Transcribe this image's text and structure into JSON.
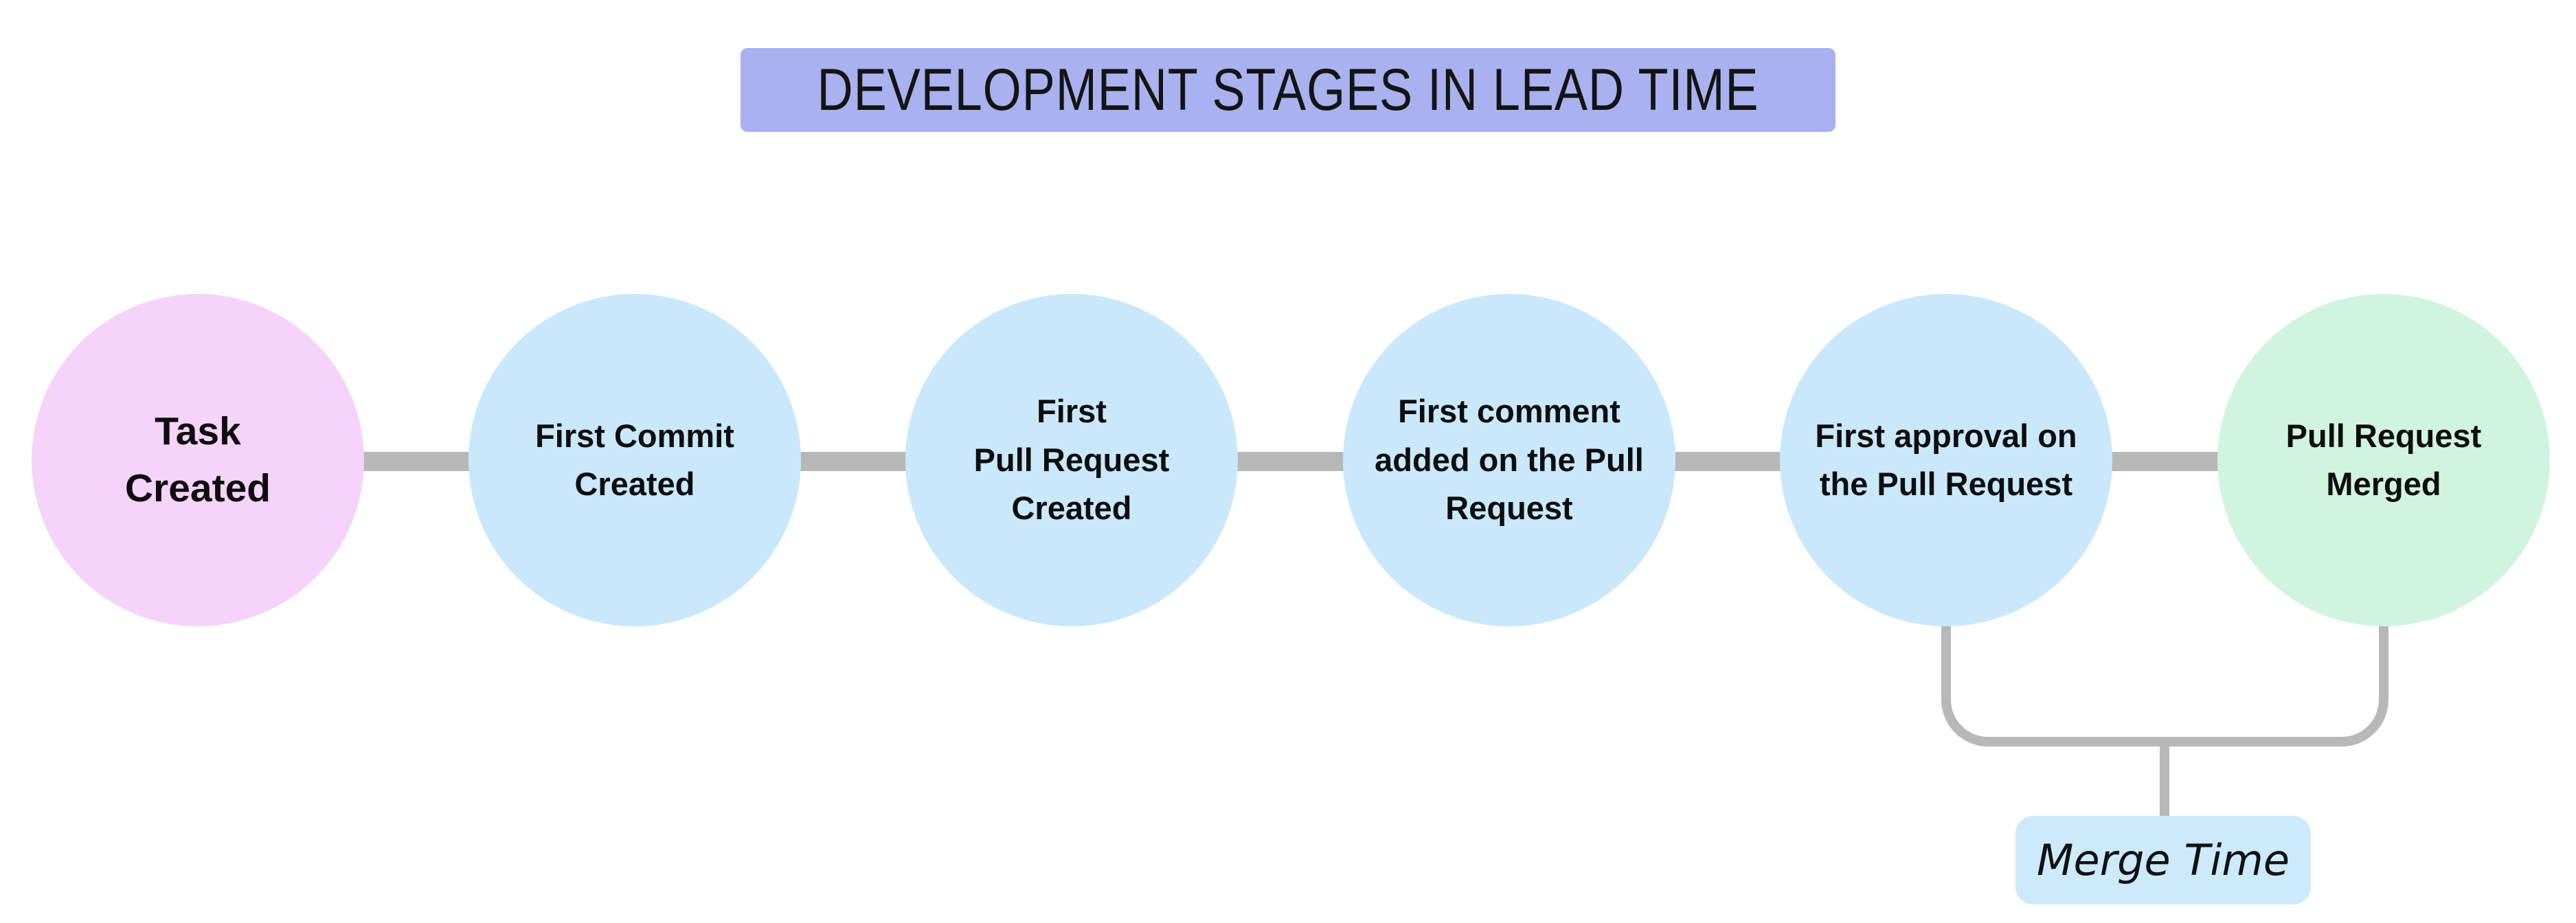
{
  "title": {
    "text": "DEVELOPMENT STAGES IN LEAD TIME",
    "background": "#a9b1f0",
    "text_color": "#141414"
  },
  "stages": [
    {
      "id": "task-created",
      "text": "Task\nCreated",
      "color": "#f6d3fa"
    },
    {
      "id": "first-commit-created",
      "text": "First Commit\nCreated",
      "color": "#c9e8fc"
    },
    {
      "id": "first-pull-request-created",
      "text": "First\nPull Request\nCreated",
      "color": "#c9e8fc"
    },
    {
      "id": "first-comment-added",
      "text": "First comment\nadded on the Pull\nRequest",
      "color": "#c9e8fc"
    },
    {
      "id": "first-approval",
      "text": "First approval on\nthe Pull Request",
      "color": "#c9e8fc"
    },
    {
      "id": "pull-request-merged",
      "text": "Pull Request\nMerged",
      "color": "#d1f4e0"
    }
  ],
  "connector_color": "#b8b8b8",
  "merge_time": {
    "label": "Merge Time",
    "background": "#cde9fc",
    "spans_stages": [
      "First approval on the Pull Request",
      "Pull Request Merged"
    ]
  }
}
